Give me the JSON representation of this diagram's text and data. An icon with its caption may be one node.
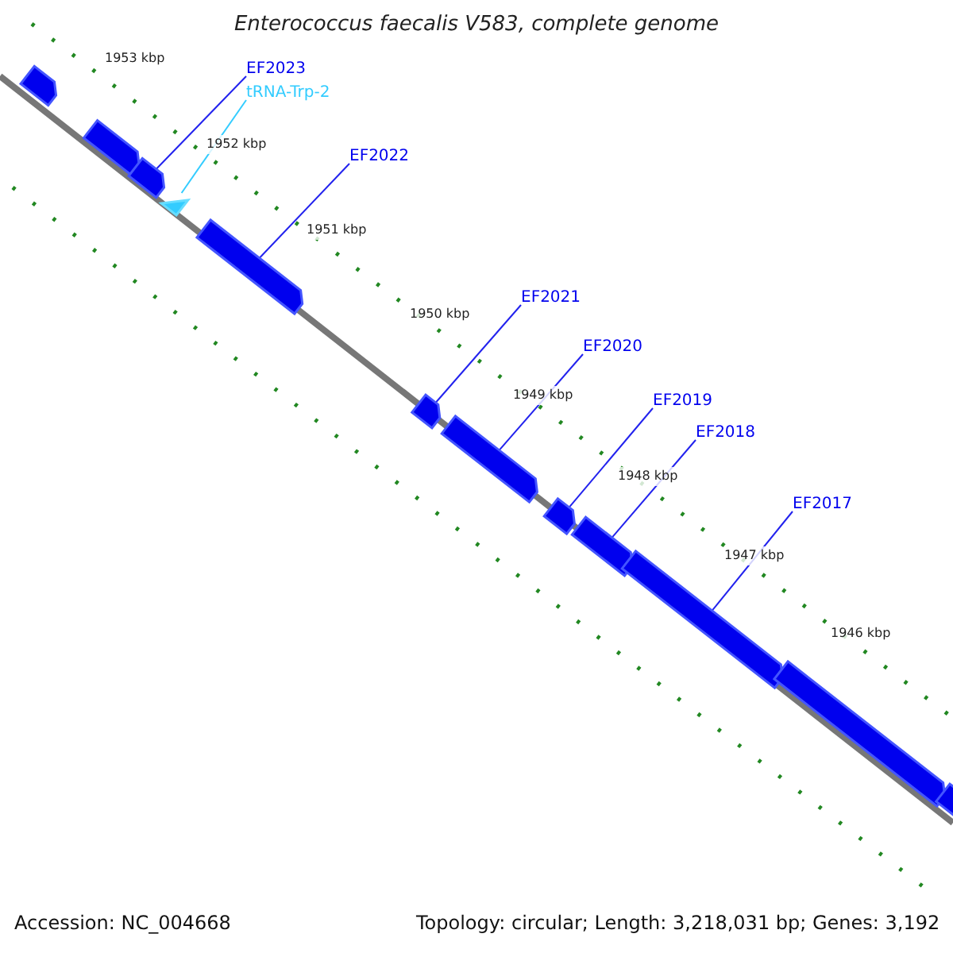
{
  "diagram": {
    "title": "Enterococcus faecalis V583, complete genome",
    "nodes": [
      {
        "text": [
          "EF2023"
        ]
      },
      {
        "text": [
          "tRNA-Trp-2"
        ]
      },
      {
        "text": [
          "EF2022"
        ]
      },
      {
        "text": [
          "EF2021"
        ]
      },
      {
        "text": [
          "EF2020"
        ]
      },
      {
        "text": [
          "EF2019"
        ]
      },
      {
        "text": [
          "EF2018"
        ]
      },
      {
        "text": [
          "EF2017"
        ]
      },
      {
        "text": [],
        "shape": "arrow"
      },
      {
        "text": [],
        "shape": "arrow"
      },
      {
        "text": [],
        "shape": "arrow"
      },
      {
        "text": [],
        "shape": "triangle"
      },
      {
        "text": [],
        "shape": "arrow"
      },
      {
        "text": [],
        "shape": "arrow"
      },
      {
        "text": [],
        "shape": "arrow"
      },
      {
        "text": [],
        "shape": "arrow"
      },
      {
        "text": [],
        "shape": "arrow"
      },
      {
        "text": [],
        "shape": "arrow"
      },
      {
        "text": [],
        "shape": "arrow"
      },
      {
        "text": [],
        "shape": "arrow"
      }
    ],
    "edges": [
      {
        "from": 0,
        "to": 10,
        "arrow": "none"
      },
      {
        "from": 1,
        "to": 11,
        "arrow": "none",
        "color": "#33ccff"
      },
      {
        "from": 2,
        "to": 12,
        "arrow": "none"
      },
      {
        "from": 3,
        "to": 13,
        "arrow": "none"
      },
      {
        "from": 4,
        "to": 14,
        "arrow": "none"
      },
      {
        "from": 5,
        "to": 15,
        "arrow": "none"
      },
      {
        "from": 6,
        "to": 16,
        "arrow": "none"
      },
      {
        "from": 7,
        "to": 17,
        "arrow": "none"
      }
    ],
    "labels": [
      "1953 kbp",
      "1952 kbp",
      "1951 kbp",
      "1950 kbp",
      "1949 kbp",
      "1948 kbp",
      "1947 kbp",
      "1946 kbp",
      "Accession: NC_004668",
      "Topology: circular; Length: 3,218,031 bp; Genes: 3,192"
    ]
  }
}
